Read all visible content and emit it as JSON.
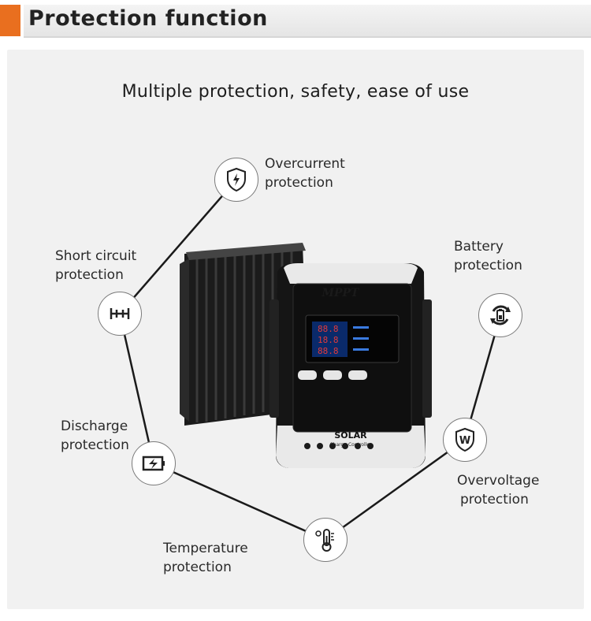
{
  "header": {
    "title": "Protection function"
  },
  "subtitle": "Multiple protection, safety, ease of use",
  "features": [
    {
      "line1": "Overcurrent",
      "line2": "protection",
      "icon": "shield-lightning-icon"
    },
    {
      "line1": "Short circuit",
      "line2": "protection",
      "icon": "short-circuit-icon"
    },
    {
      "line1": "Battery",
      "line2": "protection",
      "icon": "battery-cycle-icon"
    },
    {
      "line1": "Discharge",
      "line2": "protection",
      "icon": "discharge-battery-icon"
    },
    {
      "line1": "Overvoltage",
      "line2": "protection",
      "icon": "overvoltage-w-icon"
    },
    {
      "line1": "Temperature",
      "line2": "protection",
      "icon": "thermometer-icon"
    }
  ],
  "product": {
    "brand_label": "MPPT",
    "logo_text": "SOLAR",
    "logo_subtext": "Charge Controller"
  },
  "colors": {
    "accent": "#e96f1f",
    "panel": "#f1f1f1",
    "line": "#1a1a1a"
  }
}
